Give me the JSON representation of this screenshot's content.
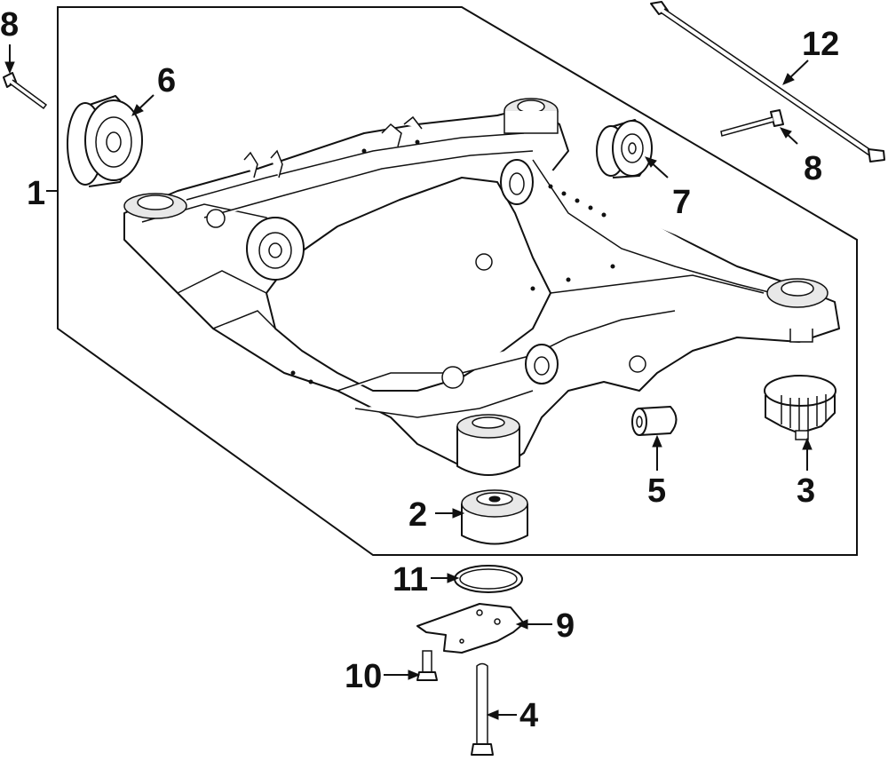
{
  "callouts": {
    "c1": "1",
    "c2": "2",
    "c3": "3",
    "c4": "4",
    "c5": "5",
    "c6": "6",
    "c7": "7",
    "c8a": "8",
    "c8b": "8",
    "c9": "9",
    "c10": "10",
    "c11": "11",
    "c12": "12"
  }
}
